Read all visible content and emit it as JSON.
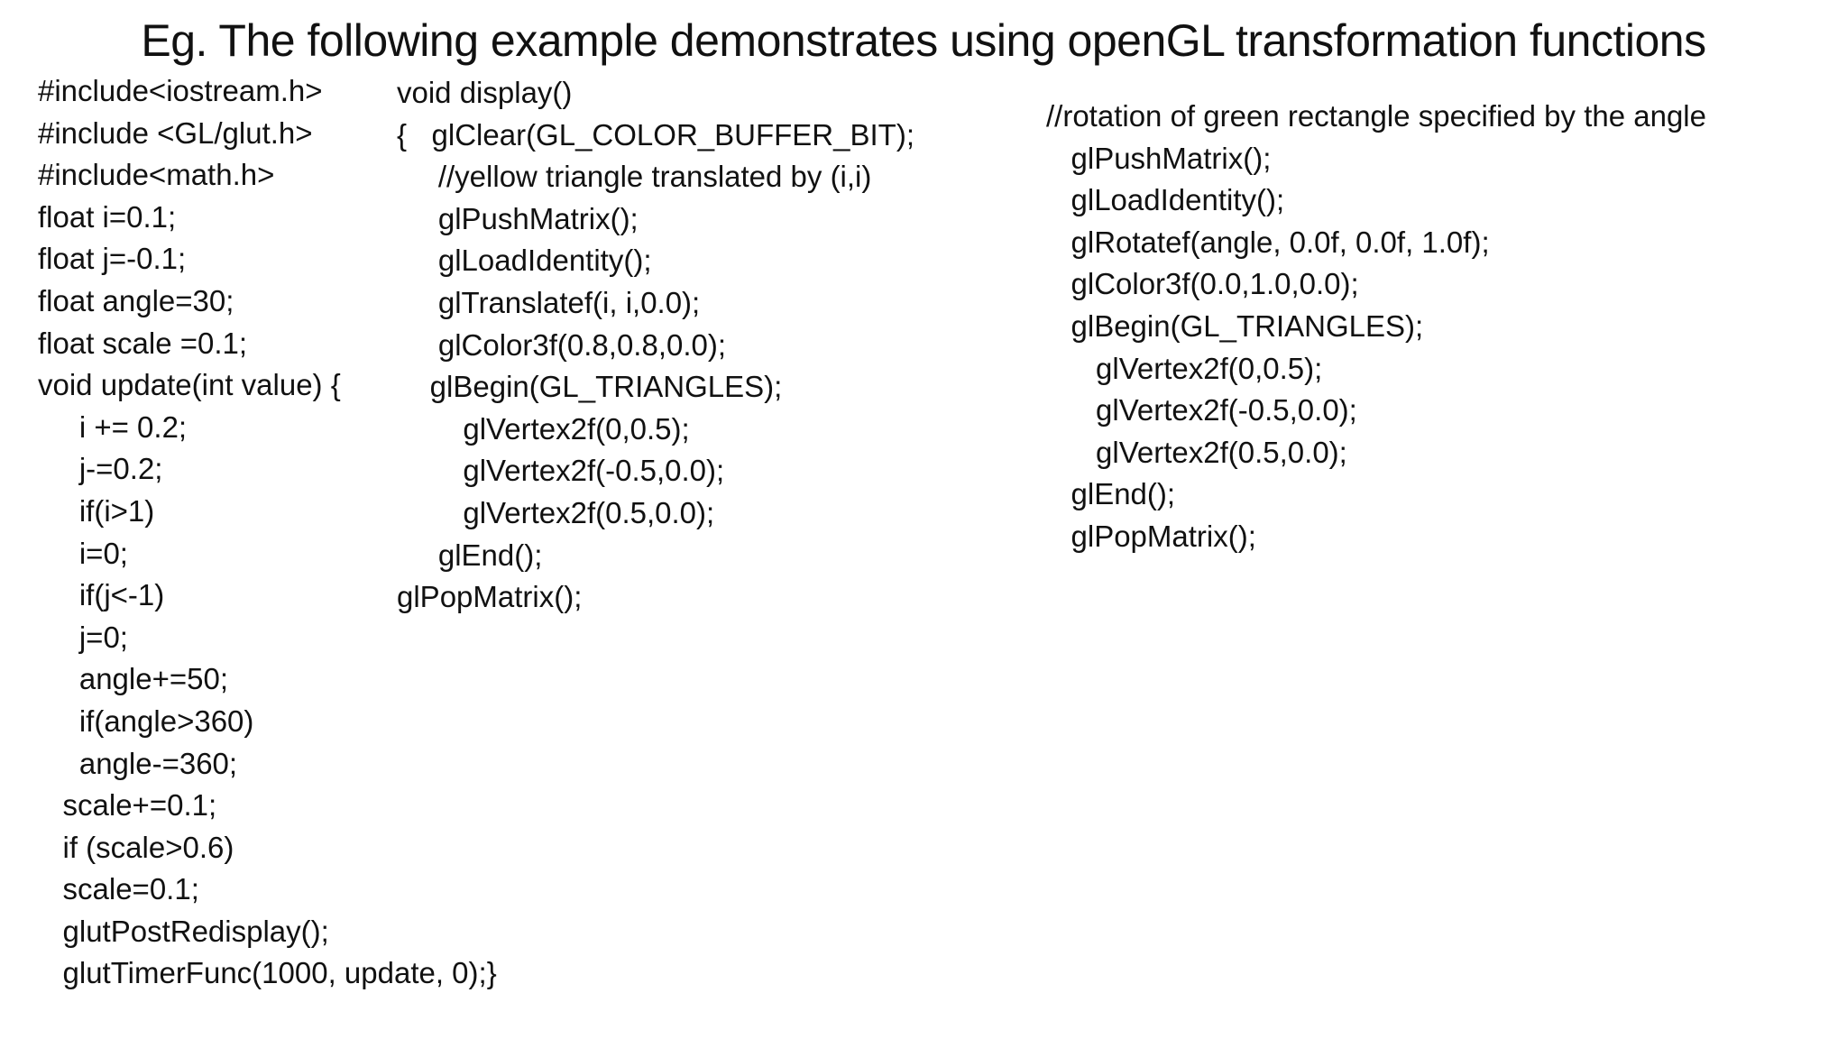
{
  "slide": {
    "title": "Eg. The following example demonstrates using openGL transformation functions"
  },
  "code": {
    "column1": [
      "#include<iostream.h>",
      "#include <GL/glut.h>",
      "#include<math.h>",
      "float i=0.1;",
      "float j=-0.1;",
      "float angle=30;",
      "float scale =0.1;",
      "void update(int value) {",
      "     i += 0.2;",
      "     j-=0.2;",
      "     if(i>1)",
      "     i=0;",
      "     if(j<-1)",
      "     j=0;",
      "     angle+=50;",
      "     if(angle>360)",
      "     angle-=360;",
      "   scale+=0.1;",
      "   if (scale>0.6)",
      "   scale=0.1;",
      "   glutPostRedisplay();",
      "   glutTimerFunc(1000, update, 0);}"
    ],
    "column2": [
      "void display()",
      "{   glClear(GL_COLOR_BUFFER_BIT);",
      "     //yellow triangle translated by (i,i)",
      "     glPushMatrix();",
      "     glLoadIdentity();",
      "     glTranslatef(i, i,0.0);",
      "     glColor3f(0.8,0.8,0.0);",
      "    glBegin(GL_TRIANGLES);",
      "        glVertex2f(0,0.5);",
      "        glVertex2f(-0.5,0.0);",
      "        glVertex2f(0.5,0.0);",
      "     glEnd();",
      "glPopMatrix();"
    ],
    "column3": [
      "//rotation of green rectangle specified by the angle",
      "   glPushMatrix();",
      "   glLoadIdentity();",
      "   glRotatef(angle, 0.0f, 0.0f, 1.0f);",
      "   glColor3f(0.0,1.0,0.0);",
      "   glBegin(GL_TRIANGLES);",
      "      glVertex2f(0,0.5);",
      "      glVertex2f(-0.5,0.0);",
      "      glVertex2f(0.5,0.0);",
      "   glEnd();",
      "   glPopMatrix();"
    ]
  }
}
